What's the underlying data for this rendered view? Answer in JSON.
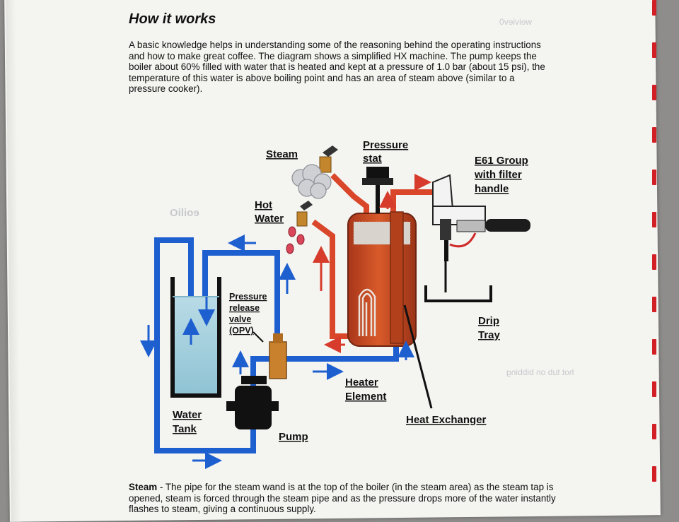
{
  "heading": "How it works",
  "intro_text": "A basic knowledge helps in understanding some of the reasoning behind the operating instructions and how to make great coffee. The diagram shows a simplified HX machine. The pump keeps the boiler about 60% filled with water that is heated and kept at a pressure of 1.0 bar (about 15 psi), the temperature of this water is above boiling point and has an area of steam above (similar to a pressure cooker).",
  "labels": {
    "steam": "Steam",
    "pressure_stat_1": "Pressure",
    "pressure_stat_2": "stat",
    "e61_1": "E61 Group",
    "e61_2": "with filter",
    "e61_3": "handle",
    "hot_water_1": "Hot",
    "hot_water_2": "Water",
    "prv_1": "Pressure",
    "prv_2": "release",
    "prv_3": "valve",
    "prv_4": "(OPV)",
    "drip_1": "Drip",
    "drip_2": "Tray",
    "heater_1": "Heater",
    "heater_2": "Element",
    "water_tank_1": "Water",
    "water_tank_2": "Tank",
    "pump": "Pump",
    "heat_exchanger": "Heat Exchanger"
  },
  "bottom": {
    "term": "Steam",
    "text": " - The pipe for the steam wand is at the top of the boiler (in the steam area) as the steam tap is opened, steam is forced through the steam pipe and as the pressure drops more of the water instantly flashes to steam, giving a continuous supply."
  },
  "colors": {
    "pipe_blue": "#1e5fd0",
    "pipe_red": "#d9462a",
    "boiler": "#c94a22",
    "arrow_red": "#d63b2b",
    "tab_red": "#d21f26"
  }
}
